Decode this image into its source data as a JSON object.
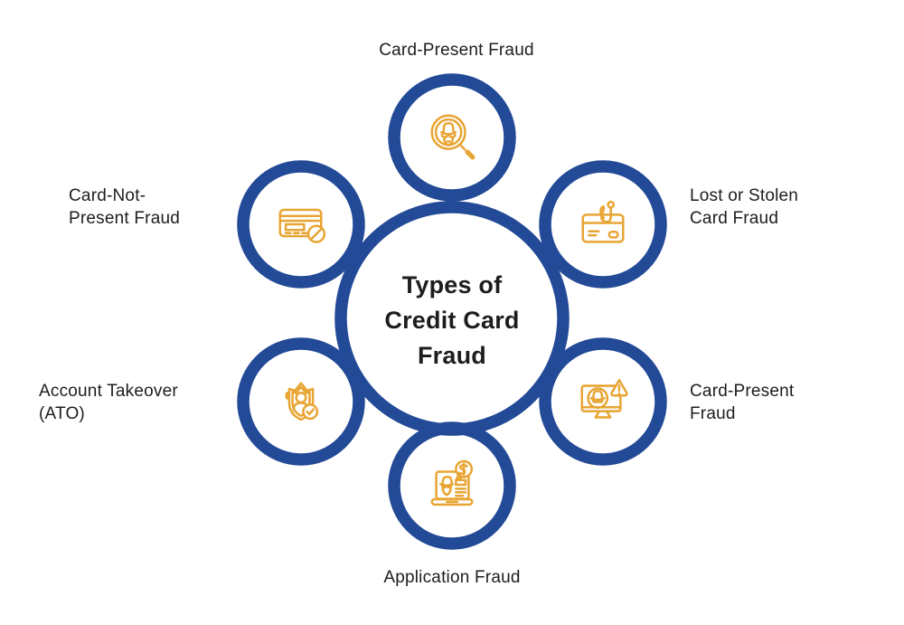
{
  "diagram": {
    "title": "Types of Credit Card Fraud",
    "title_lines": [
      "Types of",
      "Credit Card",
      "Fraud"
    ]
  },
  "nodes": [
    {
      "position": "top",
      "label": "Card-Present Fraud",
      "label_lines": [
        "Card-Present Fraud"
      ],
      "icon": "spy-magnifier-icon"
    },
    {
      "position": "top-right",
      "label": "Lost or Stolen Card Fraud",
      "label_lines": [
        "Lost or Stolen",
        "Card Fraud"
      ],
      "icon": "credit-card-hook-icon"
    },
    {
      "position": "bottom-right",
      "label": "Card-Present Fraud",
      "label_lines": [
        "Card-Present",
        "Fraud"
      ],
      "icon": "monitor-hacker-warning-icon"
    },
    {
      "position": "bottom",
      "label": "Application Fraud",
      "label_lines": [
        "Application Fraud"
      ],
      "icon": "laptop-spy-dollar-icon"
    },
    {
      "position": "bottom-left",
      "label": "Account Takeover (ATO)",
      "label_lines": [
        "Account Takeover",
        "(ATO)"
      ],
      "icon": "shield-user-check-icon"
    },
    {
      "position": "top-left",
      "label": "Card-Not-Present Fraud",
      "label_lines": [
        "Card-Not-",
        "Present Fraud"
      ],
      "icon": "credit-card-blocked-icon"
    }
  ],
  "colors": {
    "ring_blue": "#234A97",
    "icon_orange": "#E8A534",
    "text_dark": "#1D1D1B",
    "background": "#FFFFFF"
  }
}
